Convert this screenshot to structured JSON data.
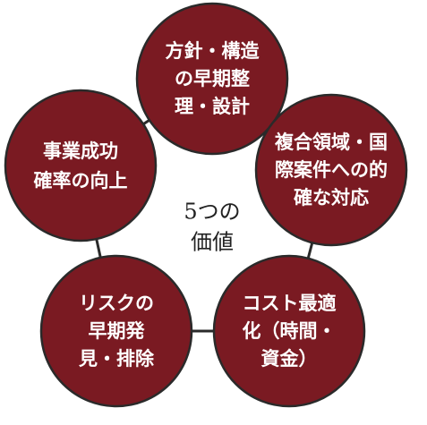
{
  "center": {
    "line1": "5つの",
    "line2": "価値"
  },
  "nodes": [
    {
      "lines": [
        "方針・構造",
        "の早期整",
        "理・設計"
      ]
    },
    {
      "lines": [
        "複合領域・国",
        "際案件への的",
        "確な対応"
      ]
    },
    {
      "lines": [
        "コスト最適",
        "化（時間・",
        "資金）"
      ]
    },
    {
      "lines": [
        "リスクの",
        "早期発",
        "見・排除"
      ]
    },
    {
      "lines": [
        "事業成功",
        "確率の向上"
      ]
    }
  ],
  "colors": {
    "node_fill": "#7a1a22",
    "node_text": "#ffffff",
    "connector": "#2a2a2a"
  }
}
